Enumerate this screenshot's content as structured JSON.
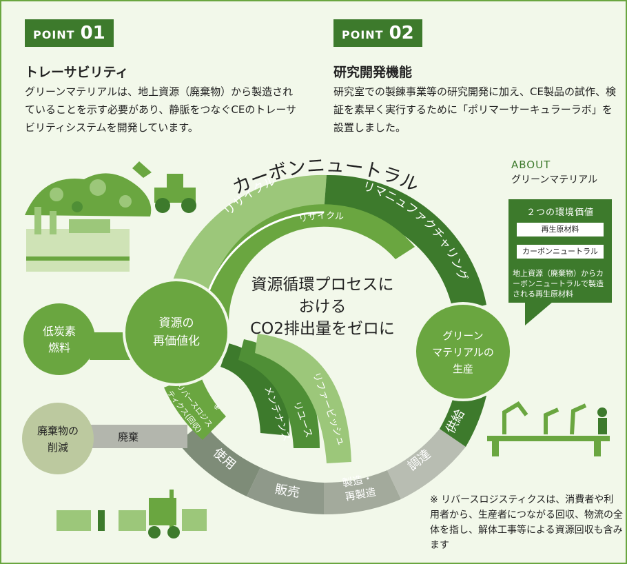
{
  "points": [
    {
      "label": "POINT",
      "number": "01",
      "title": "トレーサビリティ",
      "body": "グリーンマテリアルは、地上資源（廃棄物）から製造されていることを示す必要があり、静脈をつなぐCEのトレーサビリティシステムを開発しています。"
    },
    {
      "label": "POINT",
      "number": "02",
      "title": "研究開発機能",
      "body": "研究室での製錬事業等の研究開発に加え、CE製品の試作、検証を素早く実行するために「ポリマーサーキュラーラボ」を設置しました。"
    }
  ],
  "diagram": {
    "arc_title": "カーボンニュートラル",
    "center_lines": [
      "資源循環プロセスに",
      "おける",
      "CO2排出量をゼロに"
    ],
    "outer_arc_recycle": "リサイクル",
    "inner_arc_recycle": "リサイクル",
    "remanufacturing": "リマニュファクチャリング",
    "left_node": [
      "資源の",
      "再価値化"
    ],
    "right_node": [
      "グリーン",
      "マテリアルの",
      "生産"
    ],
    "low_carbon": [
      "低炭素",
      "燃料"
    ],
    "waste_reduction": [
      "廃棄物の",
      "削減"
    ],
    "disposal": "廃棄",
    "reverse_logistics": [
      "リバースロジス",
      "ティクス(回収)"
    ],
    "reverse_mark": "※",
    "loops": [
      "メンテナンス",
      "リユース",
      "リファービッシュ"
    ],
    "ring_segments": [
      "使用",
      "販売",
      "製造・",
      "再製造",
      "調達",
      "供給"
    ]
  },
  "about": {
    "label": "ABOUT",
    "subtitle": "グリーンマテリアル",
    "values_title": "２つの環境価値",
    "values": [
      "再生原材料",
      "カーボンニュートラル"
    ],
    "description": "地上資源（廃棄物）からカーボンニュートラルで製造される再生原材料"
  },
  "footnote": "※ リバースロジスティクスは、消費者や利用者から、生産者につながる回収、物流の全体を指し、解体工事等による資源回収も含みます",
  "colors": {
    "dark_green": "#3d7a2c",
    "mid_green": "#6aa640",
    "light_green": "#9cc77a",
    "gray": "#8f998a",
    "pale_bg": "#f2f8ea"
  }
}
